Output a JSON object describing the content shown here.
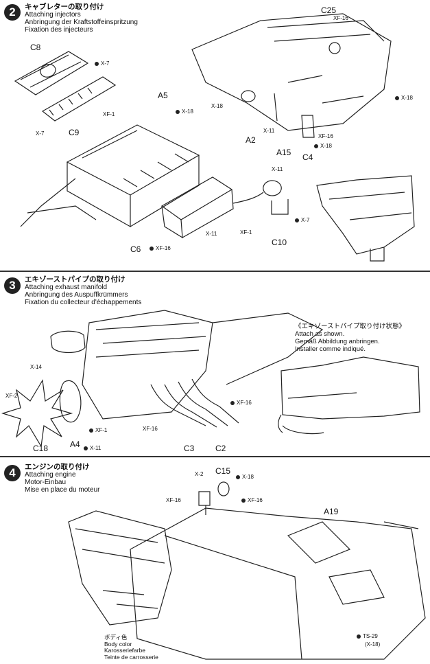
{
  "steps": [
    {
      "number": "2",
      "title_jp": "キャブレターの取り付け",
      "title_en": "Attaching injectors",
      "title_de": "Anbringung der Kraftstoffeinspritzung",
      "title_fr": "Fixation des injecteurs",
      "parts": [
        "C8",
        "C9",
        "A5",
        "C25",
        "A2",
        "A15",
        "C4",
        "C6",
        "C10"
      ],
      "paints": [
        "X-7",
        "X-7",
        "XF-1",
        "X-18",
        "XF-16",
        "X-18",
        "X-18",
        "X-11",
        "XF-16",
        "X-18",
        "X-11",
        "XF-1",
        "X-7",
        "X-11",
        "XF-16"
      ]
    },
    {
      "number": "3",
      "title_jp": "エキゾーストパイプの取り付け",
      "title_en": "Attaching exhaust manifold",
      "title_de": "Anbringung des Auspuffkrümmers",
      "title_fr": "Fixation du collecteur d'échappements",
      "note_jp": "《エキゾーストパイプ取り付け状態》",
      "note_en": "Attach as shown.",
      "note_de": "Gemäß Abbildung anbringen.",
      "note_fr": "Installer comme indiqué.",
      "parts": [
        "C18",
        "A4",
        "C3",
        "C2"
      ],
      "paints": [
        "X-14",
        "XF-2",
        "XF-1",
        "X-11",
        "XF-16",
        "XF-16"
      ]
    },
    {
      "number": "4",
      "title_jp": "エンジンの取り付け",
      "title_en": "Attaching engine",
      "title_de": "Motor-Einbau",
      "title_fr": "Mise en place du moteur",
      "parts": [
        "C15",
        "A19"
      ],
      "paints": [
        "X-2",
        "X-18",
        "XF-16",
        "XF-16",
        "TS-29",
        "(X-18)"
      ],
      "body_color_jp": "ボディ色",
      "body_color_en": "Body color",
      "body_color_de": "Karosseriefarbe",
      "body_color_fr": "Teinte de carrosserie"
    }
  ]
}
